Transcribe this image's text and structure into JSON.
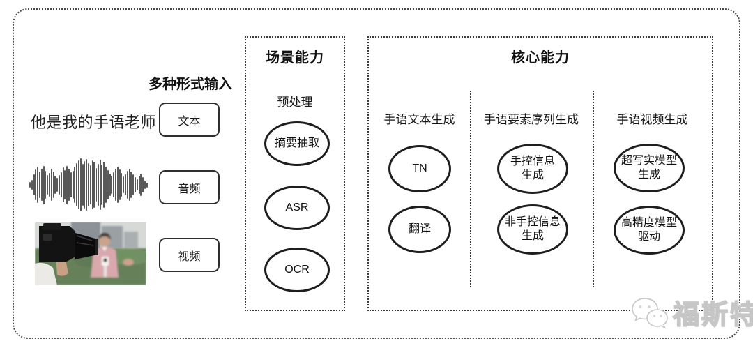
{
  "diagram_title": "",
  "input": {
    "header": "多种形式输入",
    "sentence": "他是我的手语老师",
    "types": [
      "文本",
      "音频",
      "视频"
    ]
  },
  "scene": {
    "title": "场景能力",
    "subtitle": "预处理",
    "items": [
      "摘要抽取",
      "ASR",
      "OCR"
    ]
  },
  "core": {
    "title": "核心能力",
    "columns": [
      {
        "header": "手语文本生成",
        "items": [
          "TN",
          "翻译"
        ]
      },
      {
        "header": "手语要素序列生成",
        "items": [
          "手控信息\n生成",
          "非手控信息\n生成"
        ]
      },
      {
        "header": "手语视频生成",
        "items": [
          "超写实模型\n生成",
          "高精度模型\n驱动"
        ]
      }
    ]
  },
  "watermark": {
    "text": "福斯特",
    "icon": "wechat-icon"
  },
  "waveform": {
    "color": "#3c3c3c",
    "heights": [
      8,
      14,
      30,
      44,
      52,
      38,
      46,
      55,
      40,
      28,
      34,
      46,
      38,
      26,
      20,
      28,
      36,
      50,
      42,
      55,
      46,
      36,
      40,
      52,
      62,
      70,
      76,
      60,
      68,
      74,
      62,
      56,
      70,
      66,
      48,
      60,
      72,
      58,
      66,
      52,
      42,
      32,
      26,
      36,
      46,
      52,
      44,
      34,
      24,
      30,
      40,
      46,
      38,
      30,
      22,
      16,
      26,
      32,
      22,
      12,
      7
    ]
  },
  "colors": {
    "line": "#2e2e2e",
    "dotted_border": "#4a4a4a",
    "text": "#1a1a1a",
    "watermark_stroke": "#c6c6c6",
    "thumb_hedge_green": "#66815a",
    "thumb_jacket_pink": "#d9a8ad",
    "thumb_sky_gray": "#d6d9d6"
  }
}
